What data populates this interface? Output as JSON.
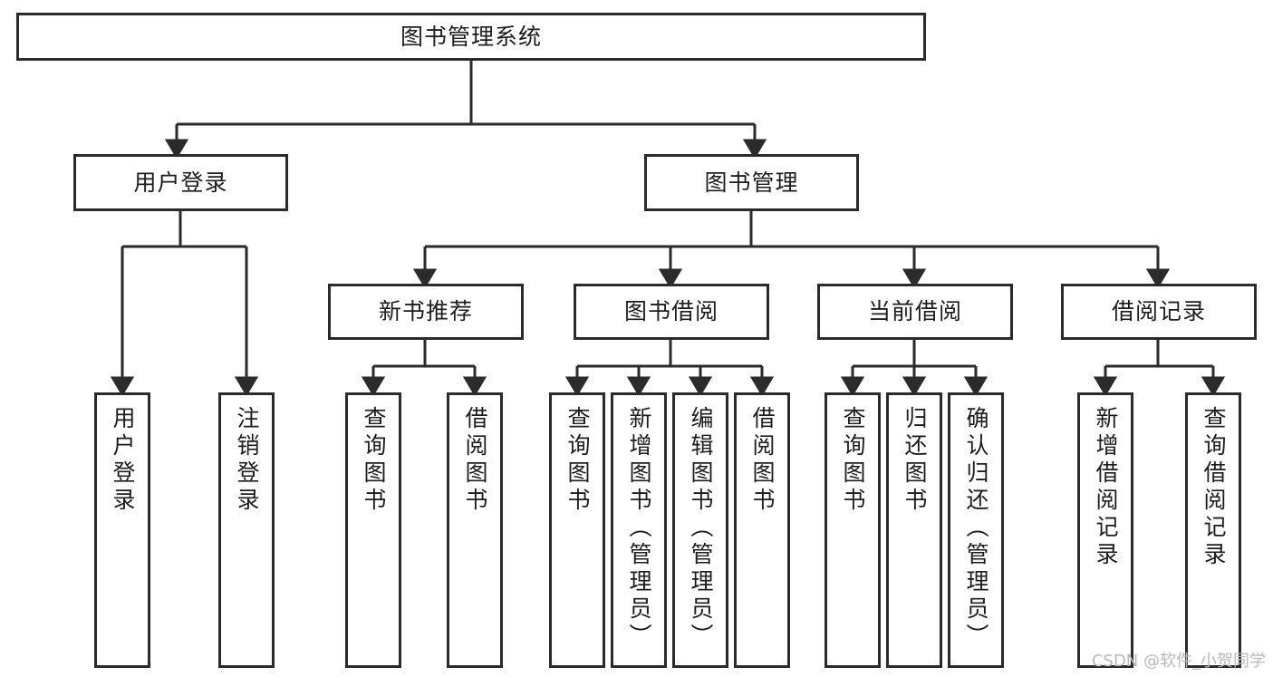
{
  "diagram": {
    "title": "图书管理系统",
    "watermark": "CSDN @软件_小贺同学",
    "line_color": "#2b2b2b",
    "text_color": "#1d1d1d",
    "background": "#ffffff",
    "nodes": {
      "root": {
        "label": "图书管理系统"
      },
      "level2": [
        {
          "id": "user-login",
          "label": "用户登录"
        },
        {
          "id": "book-manage",
          "label": "图书管理"
        }
      ],
      "level3": [
        {
          "id": "new-book-recommend",
          "label": "新书推荐"
        },
        {
          "id": "book-borrow",
          "label": "图书借阅"
        },
        {
          "id": "current-borrow",
          "label": "当前借阅"
        },
        {
          "id": "borrow-record",
          "label": "借阅记录"
        }
      ],
      "level4": [
        {
          "id": "leaf-user-login",
          "label": "用户登录",
          "parent": "user-login"
        },
        {
          "id": "leaf-logout",
          "label": "注销登录",
          "parent": "user-login"
        },
        {
          "id": "leaf-query-book-1",
          "label": "查询图书",
          "parent": "new-book-recommend"
        },
        {
          "id": "leaf-borrow-book-1",
          "label": "借阅图书",
          "parent": "new-book-recommend"
        },
        {
          "id": "leaf-query-book-2",
          "label": "查询图书",
          "parent": "book-borrow"
        },
        {
          "id": "leaf-add-book",
          "label": "新增图书（管理员）",
          "parent": "book-borrow"
        },
        {
          "id": "leaf-edit-book",
          "label": "编辑图书（管理员）",
          "parent": "book-borrow"
        },
        {
          "id": "leaf-borrow-book-2",
          "label": "借阅图书",
          "parent": "book-borrow"
        },
        {
          "id": "leaf-query-book-3",
          "label": "查询图书",
          "parent": "current-borrow"
        },
        {
          "id": "leaf-return-book",
          "label": "归还图书",
          "parent": "current-borrow"
        },
        {
          "id": "leaf-confirm-return",
          "label": "确认归还（管理员）",
          "parent": "current-borrow"
        },
        {
          "id": "leaf-add-record",
          "label": "新增借阅记录",
          "parent": "borrow-record"
        },
        {
          "id": "leaf-query-record",
          "label": "查询借阅记录",
          "parent": "borrow-record"
        }
      ]
    }
  }
}
